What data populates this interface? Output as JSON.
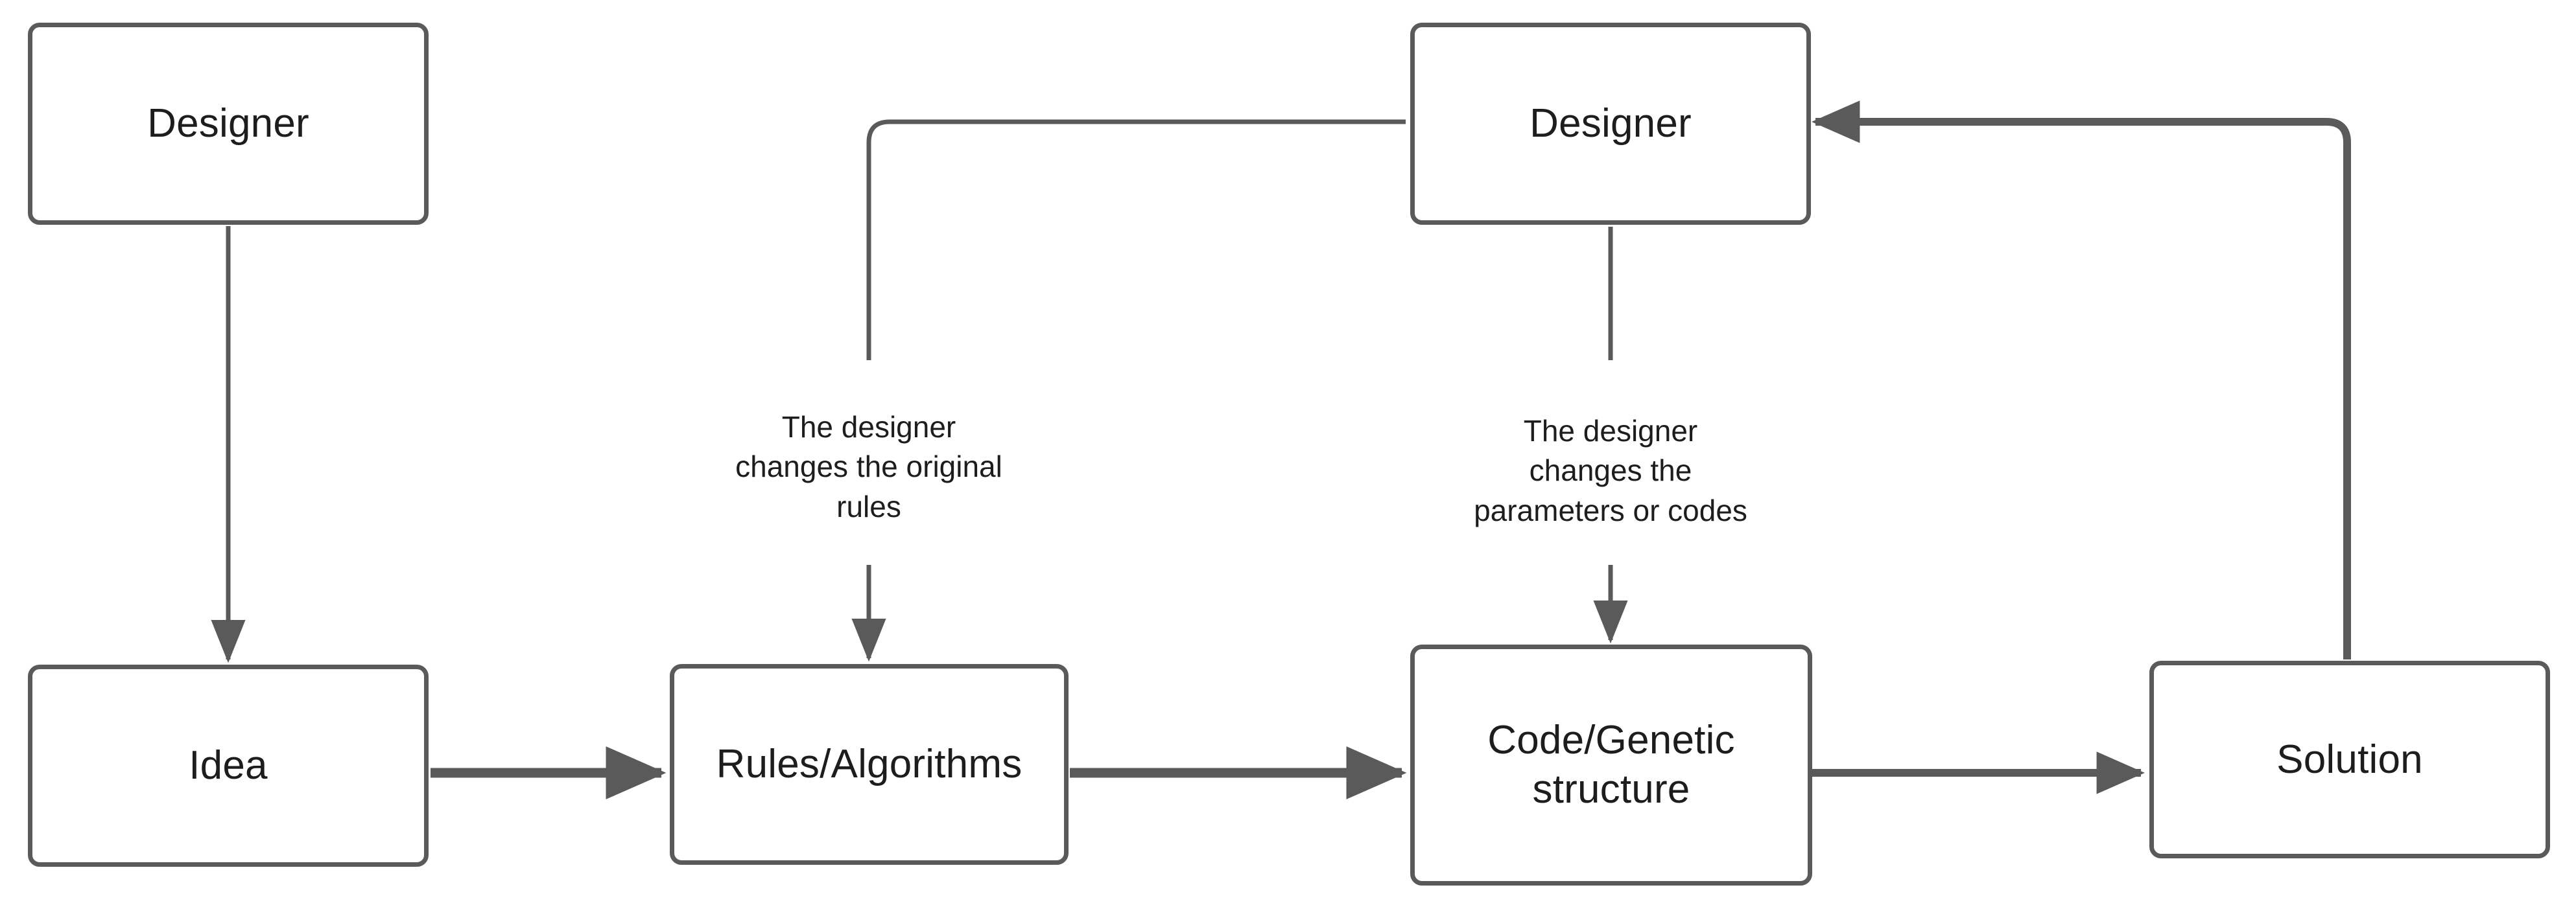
{
  "diagram": {
    "title": "Design process flowchart",
    "colors": {
      "stroke": "#5a5a5a",
      "text": "#1d1d1d",
      "background": "#ffffff",
      "box_fill": "#ffffff"
    },
    "nodes": [
      {
        "id": "designer-left",
        "label": "Designer"
      },
      {
        "id": "designer-right",
        "label": "Designer"
      },
      {
        "id": "idea",
        "label": "Idea"
      },
      {
        "id": "rules",
        "label": "Rules/Algorithms"
      },
      {
        "id": "code",
        "label": "Code/Genetic\nstructure"
      },
      {
        "id": "solution",
        "label": "Solution"
      }
    ],
    "edge_labels": [
      {
        "id": "rules-change",
        "text": "The designer\nchanges the original\nrules"
      },
      {
        "id": "params-change",
        "text": "The designer\nchanges the\nparameters or codes"
      }
    ],
    "edges": [
      {
        "id": "designer-left-to-idea",
        "from": "designer-left",
        "to": "idea",
        "label": ""
      },
      {
        "id": "idea-to-rules",
        "from": "idea",
        "to": "rules",
        "label": ""
      },
      {
        "id": "rules-to-code",
        "from": "rules",
        "to": "code",
        "label": ""
      },
      {
        "id": "code-to-solution",
        "from": "code",
        "to": "solution",
        "label": ""
      },
      {
        "id": "solution-to-designer-right",
        "from": "solution",
        "to": "designer-right",
        "label": ""
      },
      {
        "id": "designer-right-to-rules",
        "from": "designer-right",
        "to": "rules",
        "label": "The designer changes the original rules"
      },
      {
        "id": "designer-right-to-code",
        "from": "designer-right",
        "to": "code",
        "label": "The designer changes the parameters or codes"
      }
    ]
  }
}
